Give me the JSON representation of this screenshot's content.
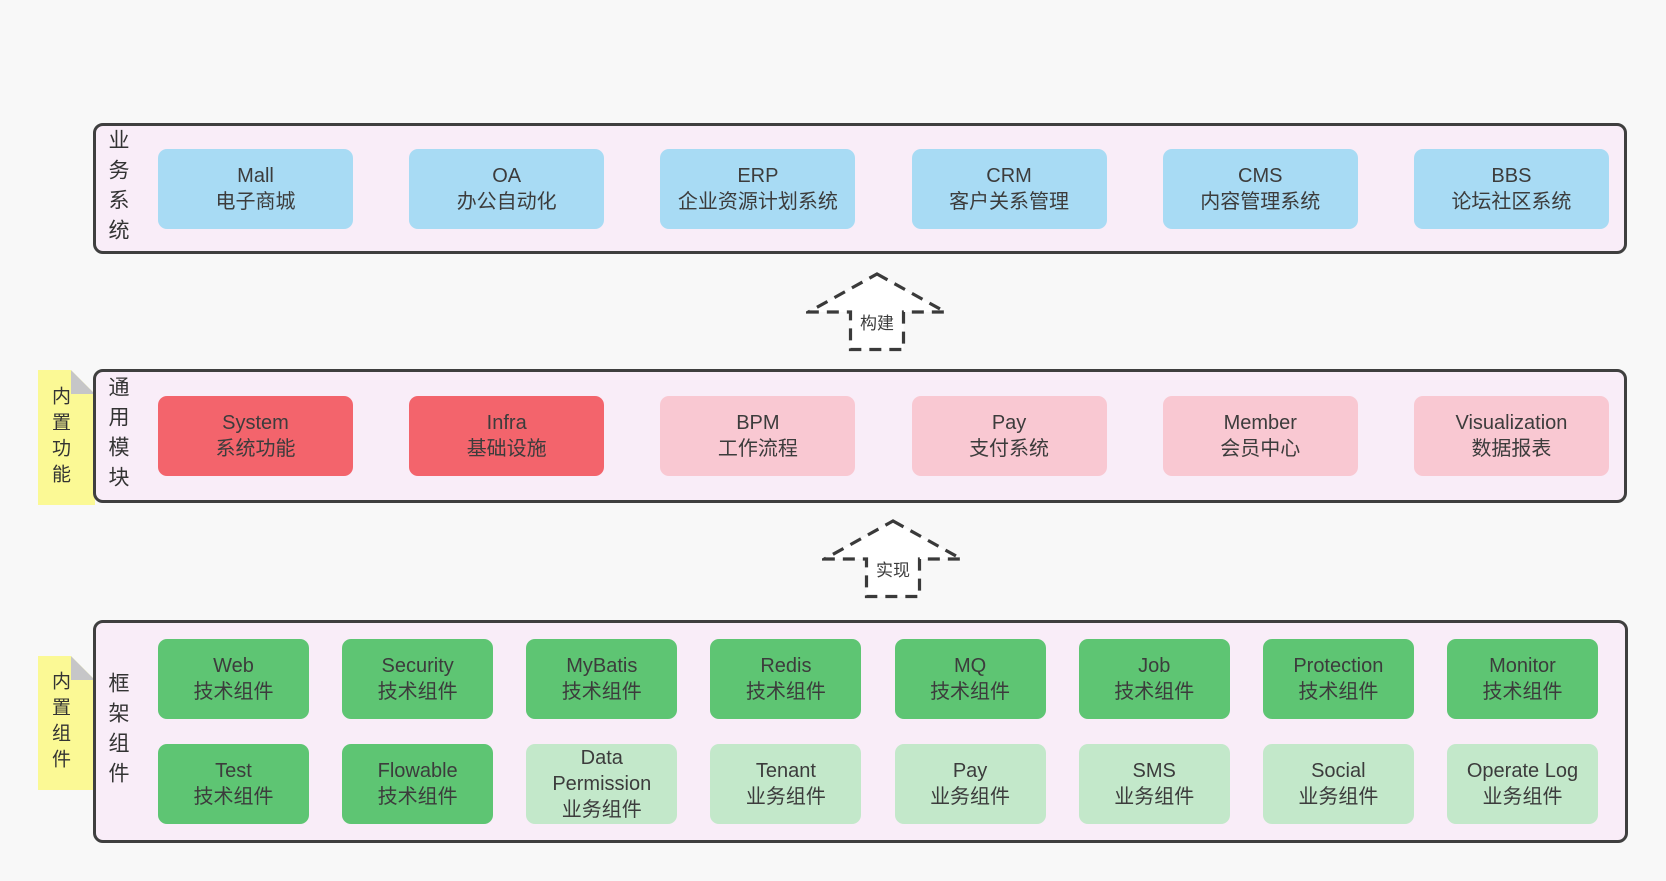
{
  "palette": {
    "blue": "#a8dbf4",
    "red": "#f3646c",
    "pink": "#f9c8d2",
    "green": "#5ec573",
    "light-green": "#c3e8ca",
    "container": "#f9edf8",
    "sticky": "#fbf995",
    "border": "#3f3f3f",
    "background": "#f8f8f8"
  },
  "sections": [
    {
      "id": "business-systems",
      "label": "业务系统",
      "rows": [
        [
          {
            "title": "Mall",
            "subtitle": "电子商城",
            "variant": "blue"
          },
          {
            "title": "OA",
            "subtitle": "办公自动化",
            "variant": "blue"
          },
          {
            "title": "ERP",
            "subtitle": "企业资源计划系统",
            "variant": "blue"
          },
          {
            "title": "CRM",
            "subtitle": "客户关系管理",
            "variant": "blue"
          },
          {
            "title": "CMS",
            "subtitle": "内容管理系统",
            "variant": "blue"
          },
          {
            "title": "BBS",
            "subtitle": "论坛社区系统",
            "variant": "blue"
          }
        ]
      ]
    },
    {
      "id": "common-modules",
      "label": "通用模块",
      "sticky": "内置功能",
      "rows": [
        [
          {
            "title": "System",
            "subtitle": "系统功能",
            "variant": "red"
          },
          {
            "title": "Infra",
            "subtitle": "基础设施",
            "variant": "red"
          },
          {
            "title": "BPM",
            "subtitle": "工作流程",
            "variant": "pink"
          },
          {
            "title": "Pay",
            "subtitle": "支付系统",
            "variant": "pink"
          },
          {
            "title": "Member",
            "subtitle": "会员中心",
            "variant": "pink"
          },
          {
            "title": "Visualization",
            "subtitle": "数据报表",
            "variant": "pink"
          }
        ]
      ]
    },
    {
      "id": "framework-components",
      "label": "框架组件",
      "sticky": "内置组件",
      "rows": [
        [
          {
            "title": "Web",
            "subtitle": "技术组件",
            "variant": "green"
          },
          {
            "title": "Security",
            "subtitle": "技术组件",
            "variant": "green"
          },
          {
            "title": "MyBatis",
            "subtitle": "技术组件",
            "variant": "green"
          },
          {
            "title": "Redis",
            "subtitle": "技术组件",
            "variant": "green"
          },
          {
            "title": "MQ",
            "subtitle": "技术组件",
            "variant": "green"
          },
          {
            "title": "Job",
            "subtitle": "技术组件",
            "variant": "green"
          },
          {
            "title": "Protection",
            "subtitle": "技术组件",
            "variant": "green"
          },
          {
            "title": "Monitor",
            "subtitle": "技术组件",
            "variant": "green"
          }
        ],
        [
          {
            "title": "Test",
            "subtitle": "技术组件",
            "variant": "green"
          },
          {
            "title": "Flowable",
            "subtitle": "技术组件",
            "variant": "green"
          },
          {
            "title": "Data Permission",
            "subtitle": "业务组件",
            "variant": "light-green"
          },
          {
            "title": "Tenant",
            "subtitle": "业务组件",
            "variant": "light-green"
          },
          {
            "title": "Pay",
            "subtitle": "业务组件",
            "variant": "light-green"
          },
          {
            "title": "SMS",
            "subtitle": "业务组件",
            "variant": "light-green"
          },
          {
            "title": "Social",
            "subtitle": "业务组件",
            "variant": "light-green"
          },
          {
            "title": "Operate Log",
            "subtitle": "业务组件",
            "variant": "light-green"
          }
        ]
      ]
    }
  ],
  "arrows": [
    {
      "label": "构建"
    },
    {
      "label": "实现"
    }
  ]
}
